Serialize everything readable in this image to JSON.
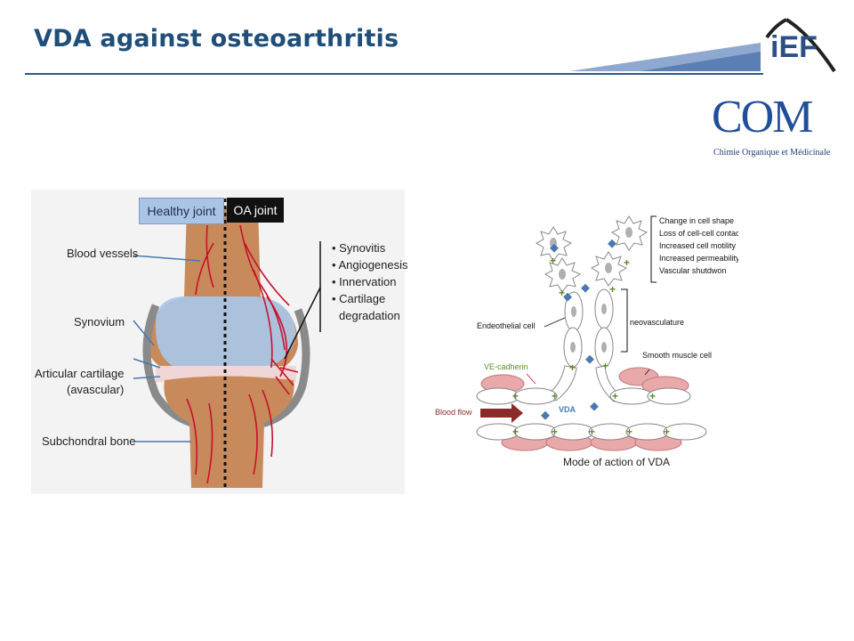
{
  "slide": {
    "title": "VDA against osteoarthritis"
  },
  "logos": {
    "ief": "iEF",
    "com": "COM",
    "com_subtitle": "Chimie Organique et Médicinale"
  },
  "knee_figure": {
    "tab_healthy": "Healthy joint",
    "tab_oa": "OA joint",
    "labels": {
      "blood_vessels": "Blood vessels",
      "synovium": "Synovium",
      "articular_cartilage_1": "Articular cartilage",
      "articular_cartilage_2": "(avascular)",
      "subchondral_bone": "Subchondral bone"
    },
    "bullets": [
      "Synovitis",
      "Angiogenesis",
      "Innervation",
      "Cartilage",
      "degradation"
    ]
  },
  "vda_figure": {
    "effects": [
      "Change in cell shape",
      "Loss of cell-cell contact",
      "Increased cell motility",
      "Increased permeability",
      "Vascular shutdwon"
    ],
    "endothelial_cell": "Endeothelial cell",
    "neovasculature": "neovasculature",
    "smooth_muscle_cell": "Smooth muscle cell",
    "ve_cadherin": "VE-cadherin",
    "blood_flow": "Blood flow",
    "vda": "VDA",
    "caption": "Mode of action of VDA"
  },
  "colors": {
    "title": "#1f4e79",
    "header_line": "#2e5a87",
    "vessel_red": "#c8102e",
    "bone": "#c88a5a",
    "cartilage_blue": "#a9c7ea",
    "ve_cadherin_green": "#5b8a2a",
    "blood_flow_red": "#8b2a2a",
    "vda_blue": "#4a78b0"
  }
}
